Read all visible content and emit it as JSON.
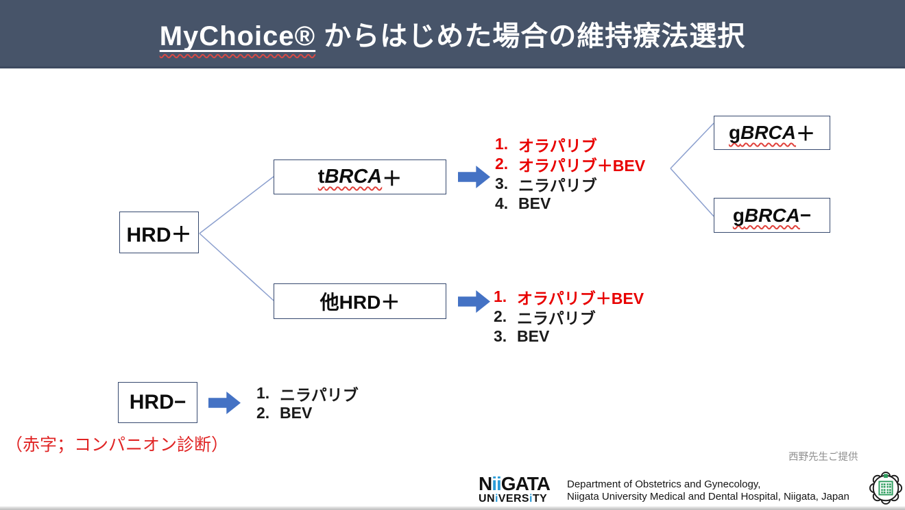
{
  "title": {
    "product": "MyChoice®",
    "rest": " からはじめた場合の維持療法選択"
  },
  "nodes": {
    "hrd_plus": {
      "label": "HRD＋"
    },
    "tbrca_plus": {
      "prefix": "t",
      "italic": "BRCA",
      "suffix": "＋"
    },
    "other_hrd": {
      "label": "他HRD＋"
    },
    "gbrca_plus": {
      "prefix": "g",
      "italic": "BRCA",
      "suffix": "＋"
    },
    "gbrca_minus": {
      "prefix": "g",
      "italic": "BRCA",
      "suffix": "−"
    },
    "hrd_minus": {
      "label": "HRD−"
    }
  },
  "lists": {
    "tbrca": [
      {
        "num": "1.",
        "label": "オラパリブ",
        "red": true
      },
      {
        "num": "2.",
        "label": "オラパリブ＋BEV",
        "red": true
      },
      {
        "num": "3.",
        "label": "ニラパリブ",
        "red": false
      },
      {
        "num": "4.",
        "label": "BEV",
        "red": false
      }
    ],
    "other_hrd": [
      {
        "num": "1.",
        "label": "オラパリブ＋BEV",
        "red": true
      },
      {
        "num": "2.",
        "label": "ニラパリブ",
        "red": false
      },
      {
        "num": "3.",
        "label": "BEV",
        "red": false
      }
    ],
    "hrd_minus": [
      {
        "num": "1.",
        "label": "ニラパリブ",
        "red": false
      },
      {
        "num": "2.",
        "label": "BEV",
        "red": false
      }
    ]
  },
  "footnote": "（赤字；コンパニオン診断）",
  "credit": "西野先生ご提供",
  "footer": {
    "logo_line1": [
      {
        "c": "N"
      },
      {
        "c": "i",
        "blue": true
      },
      {
        "c": "i",
        "blue": true
      },
      {
        "c": "G"
      },
      {
        "c": "A"
      },
      {
        "c": "T"
      },
      {
        "c": "A"
      }
    ],
    "logo_line2": [
      {
        "c": "U"
      },
      {
        "c": "N"
      },
      {
        "c": "i",
        "blue": true
      },
      {
        "c": "V"
      },
      {
        "c": "E"
      },
      {
        "c": "R"
      },
      {
        "c": "S"
      },
      {
        "c": "i",
        "blue": true
      },
      {
        "c": "T"
      },
      {
        "c": "Y"
      }
    ],
    "dept_line1": "Department of Obstetrics and Gynecology,",
    "dept_line2": "Niigata University Medical and Dental Hospital, Niigata, Japan"
  },
  "colors": {
    "title_bar_bg": "#475469",
    "accent_red": "#e80000",
    "arrow_blue": "#4472c4",
    "box_border": "#35486e",
    "connector_blue": "#8b9fce",
    "logo_blue": "#2b9cd8",
    "seal_green": "#2f9e5f"
  }
}
